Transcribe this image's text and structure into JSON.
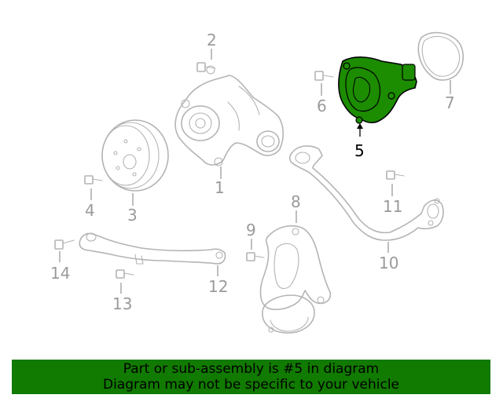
{
  "diagram": {
    "highlighted_part": "5",
    "callouts": [
      "1",
      "2",
      "3",
      "4",
      "5",
      "6",
      "7",
      "8",
      "9",
      "10",
      "11",
      "12",
      "13",
      "14"
    ]
  },
  "banner": {
    "line1": "Part or sub-assembly is #5 in diagram",
    "line2": "Diagram may not be specific to your vehicle"
  },
  "colors": {
    "banner_bg": "#117a00",
    "highlight_fill": "#1c8c00",
    "line_art": "#b4b4b4",
    "callout_text": "#9a9a9a"
  }
}
